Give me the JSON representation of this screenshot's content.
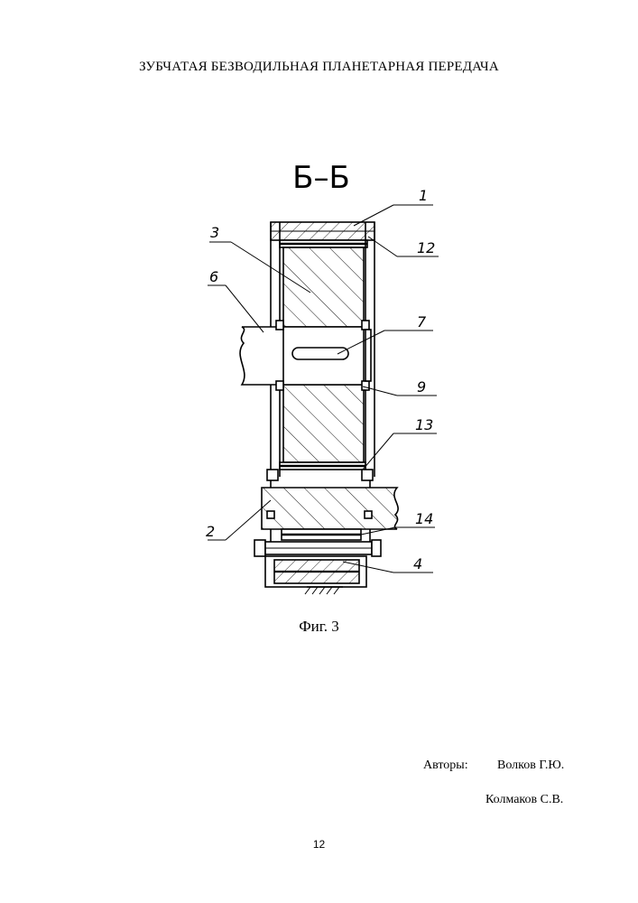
{
  "document": {
    "title": "ЗУБЧАТАЯ БЕЗВОДИЛЬНАЯ ПЛАНЕТАРНАЯ ПЕРЕДАЧА",
    "section_label": "Б–Б",
    "figure_caption": "Фиг. 3",
    "authors_label": "Авторы:",
    "authors": [
      "Волков Г.Ю.",
      "Колмаков С.В."
    ],
    "page_number": "12"
  },
  "callouts": [
    "1",
    "12",
    "3",
    "6",
    "7",
    "9",
    "13",
    "2",
    "14",
    "4"
  ]
}
